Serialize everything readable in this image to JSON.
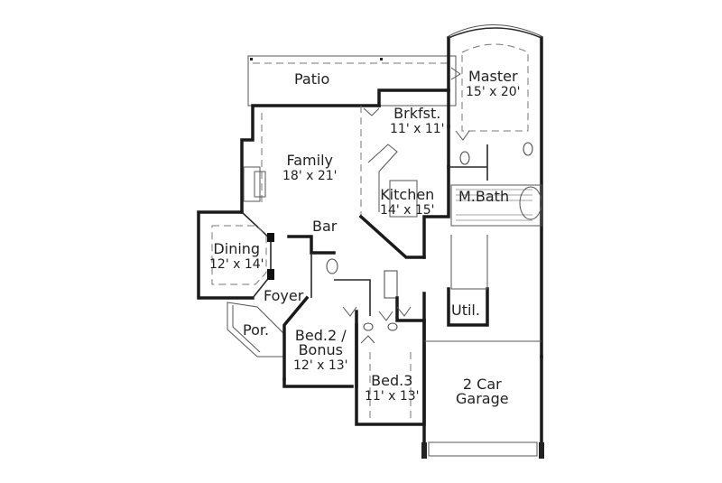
{
  "plan": {
    "type": "floor plan",
    "rooms": [
      {
        "id": "patio",
        "name": "Patio",
        "dims": ""
      },
      {
        "id": "master",
        "name": "Master",
        "dims": "15' x 20'"
      },
      {
        "id": "brkfst",
        "name": "Brkfst.",
        "dims": "11' x 11'"
      },
      {
        "id": "family",
        "name": "Family",
        "dims": "18' x 21'"
      },
      {
        "id": "kitchen",
        "name": "Kitchen",
        "dims": "14' x 15'"
      },
      {
        "id": "mbath",
        "name": "M.Bath",
        "dims": ""
      },
      {
        "id": "bar",
        "name": "Bar",
        "dims": ""
      },
      {
        "id": "dining",
        "name": "Dining",
        "dims": "12' x 14'"
      },
      {
        "id": "foyer",
        "name": "Foyer",
        "dims": ""
      },
      {
        "id": "porch",
        "name": "Por.",
        "dims": ""
      },
      {
        "id": "bed2",
        "name": "Bed.2 /",
        "name2": "Bonus",
        "dims": "12' x 13'"
      },
      {
        "id": "bed3",
        "name": "Bed.3",
        "dims": "11' x 13'"
      },
      {
        "id": "util",
        "name": "Util.",
        "dims": ""
      },
      {
        "id": "garage",
        "name": "2 Car",
        "name2": "Garage",
        "dims": ""
      }
    ]
  }
}
